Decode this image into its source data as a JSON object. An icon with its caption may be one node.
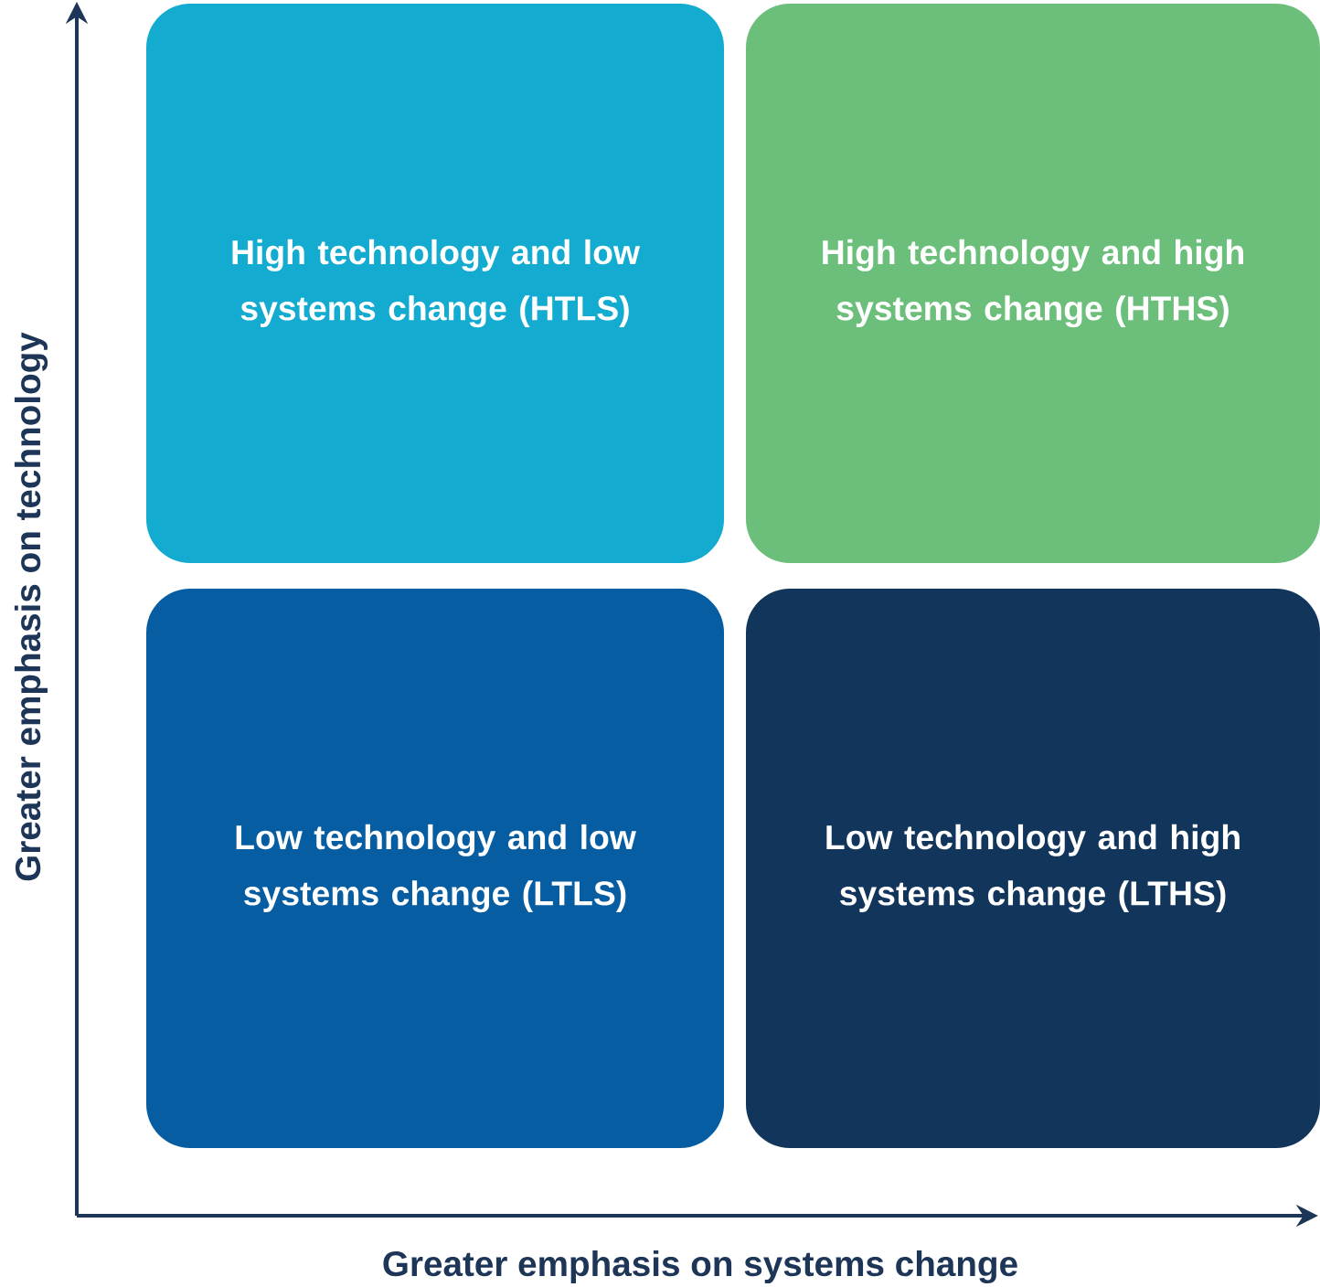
{
  "diagram": {
    "nodes": [
      {
        "text": [
          "High technology and low systems change (HTLS)"
        ]
      },
      {
        "text": [
          "High technology and high systems change (HTHS)"
        ]
      },
      {
        "text": [
          "Low technology and low systems change (LTLS)"
        ]
      },
      {
        "text": [
          "Low technology and high systems change (LTHS)"
        ]
      }
    ],
    "labels": [
      "Greater emphasis on technology",
      "Greater emphasis on systems change"
    ]
  }
}
